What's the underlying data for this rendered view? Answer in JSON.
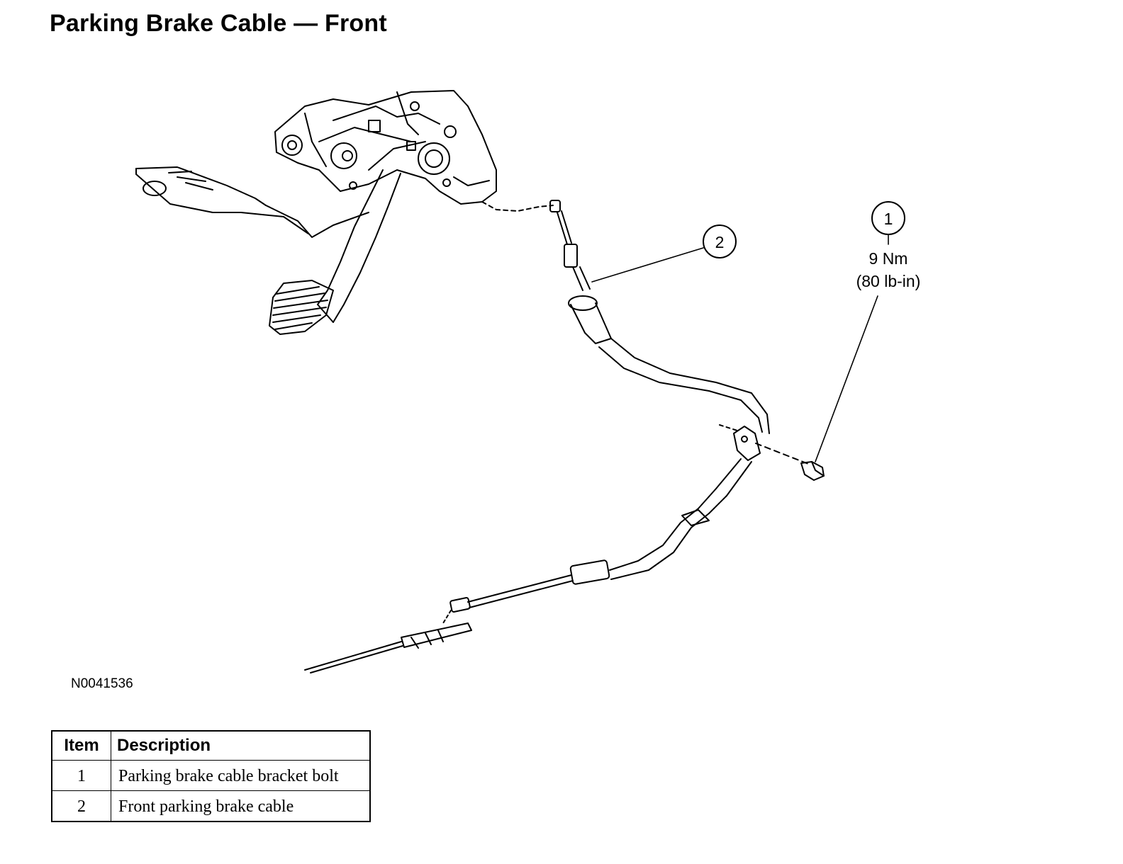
{
  "title": "Parking Brake Cable — Front",
  "figure_id": "N0041536",
  "callouts": [
    {
      "number": "1",
      "torque": "9 Nm",
      "torque_imperial": "(80 lb-in)"
    },
    {
      "number": "2"
    }
  ],
  "legend": {
    "headers": {
      "item": "Item",
      "description": "Description"
    },
    "rows": [
      {
        "item": "1",
        "description": "Parking brake cable bracket bolt"
      },
      {
        "item": "2",
        "description": "Front parking brake cable"
      }
    ]
  }
}
